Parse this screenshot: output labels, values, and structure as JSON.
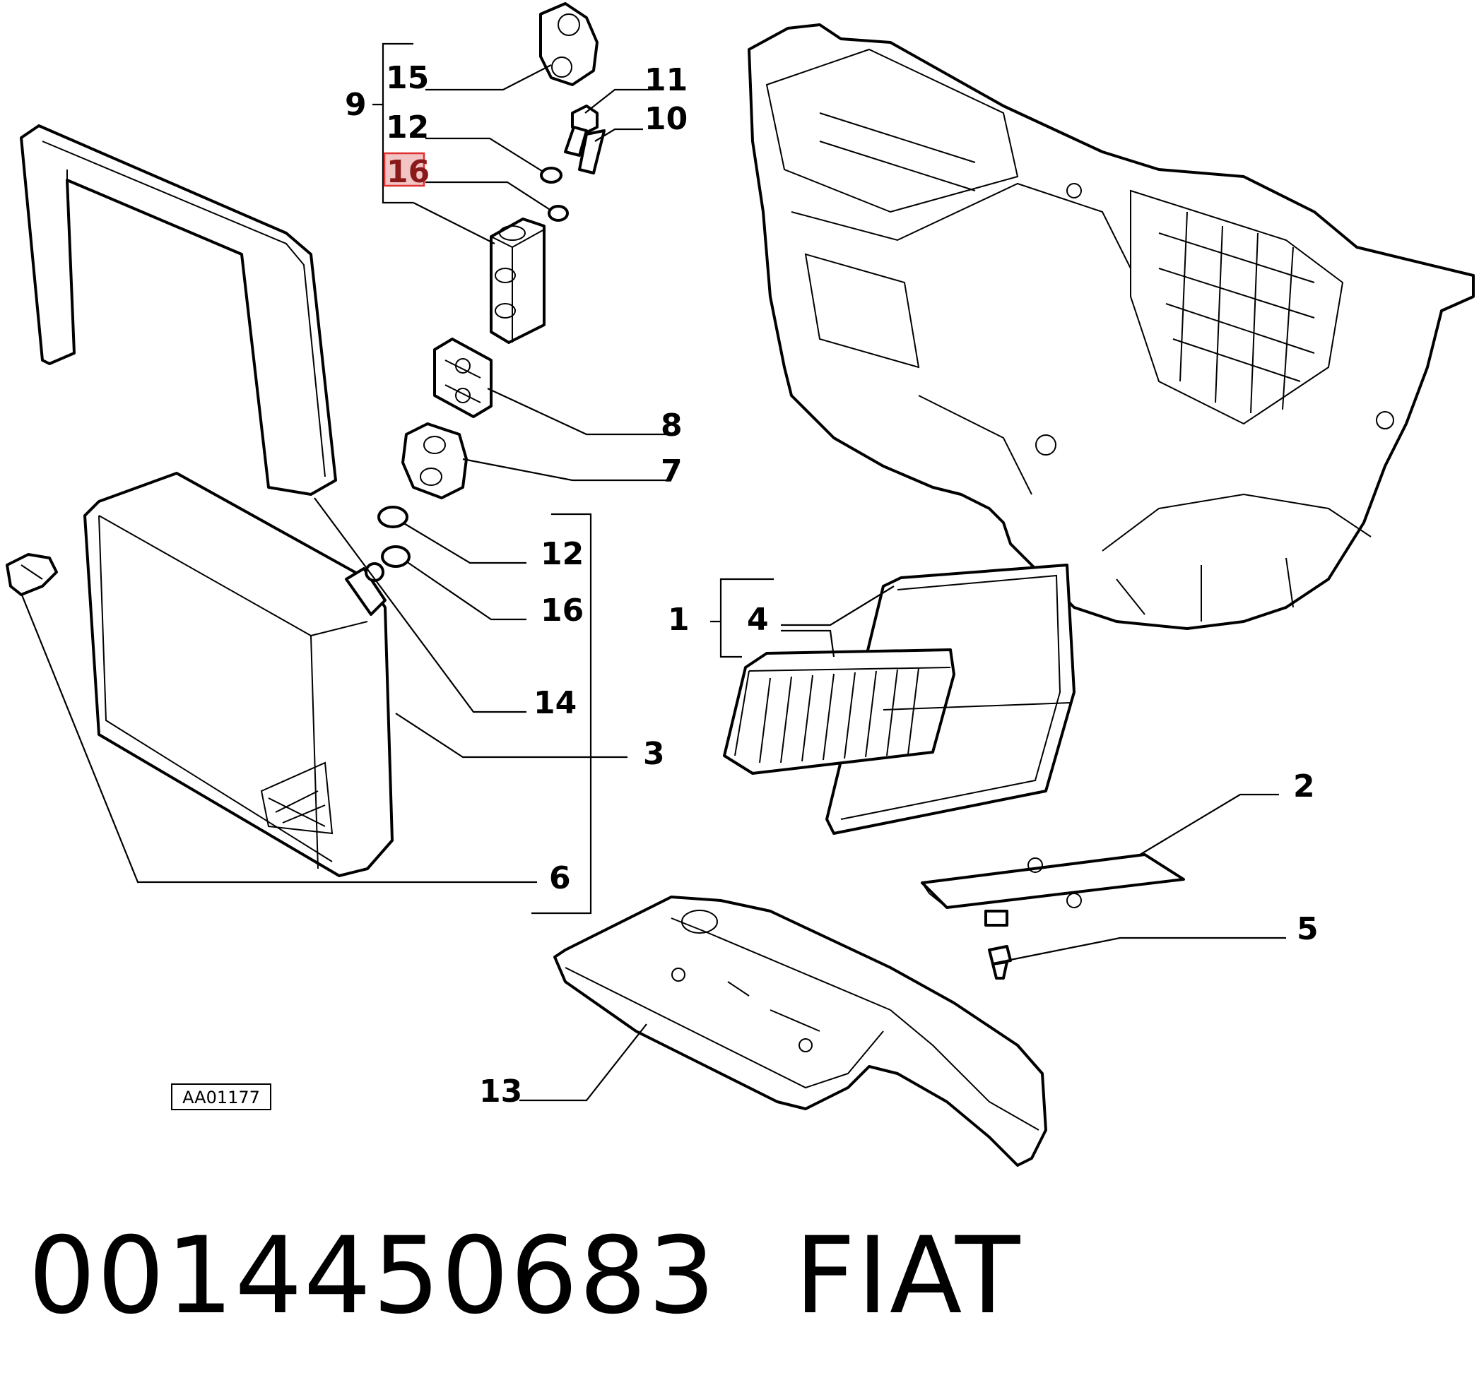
{
  "callouts": {
    "c1": "1",
    "c2": "2",
    "c3": "3",
    "c4": "4",
    "c5": "5",
    "c6": "6",
    "c7": "7",
    "c8": "8",
    "c9": "9",
    "c10": "10",
    "c11": "11",
    "c12a": "12",
    "c12b": "12",
    "c13": "13",
    "c14": "14",
    "c15": "15",
    "c16a": "16",
    "c16b": "16"
  },
  "reference_code": "AA01177",
  "part_number": "0014450683",
  "brand": "FIAT",
  "highlight_color": "#f2c4c4"
}
